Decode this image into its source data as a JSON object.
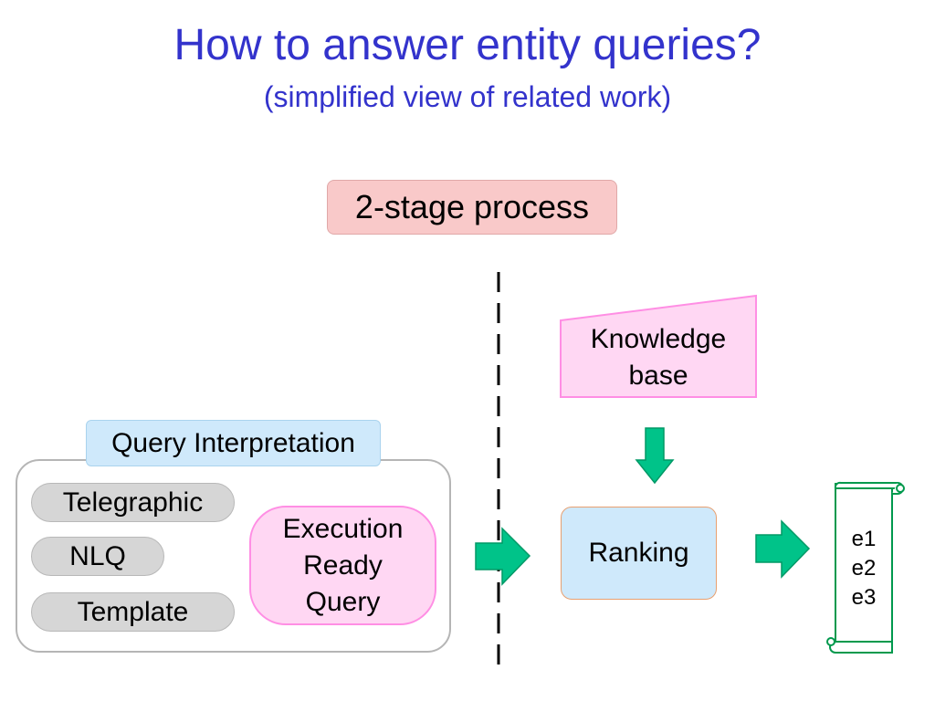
{
  "title": "How to answer entity queries?",
  "subtitle": "(simplified view of related work)",
  "stage_label": "2-stage process",
  "interpretation": {
    "label": "Query Interpretation",
    "inputs": [
      "Telegraphic",
      "NLQ",
      "Template"
    ],
    "output": [
      "Execution",
      "Ready",
      "Query"
    ]
  },
  "knowledge_base": [
    "Knowledge",
    "base"
  ],
  "ranking": "Ranking",
  "results": [
    "e1",
    "e2",
    "e3"
  ],
  "colors": {
    "title": "#3333cc",
    "stage_fill": "#f9c9c9",
    "blue_fill": "#cfe9fb",
    "pink_fill": "#ffd7f3",
    "pink_border": "#ff8ee4",
    "arrow_fill": "#00c389",
    "arrow_border": "#009966",
    "scroll_border": "#00994d"
  },
  "icons": {
    "arrow": "right-arrow-icon",
    "down_arrow": "down-arrow-icon",
    "scroll": "scroll-icon",
    "knowledge_base": "trapezoid-shape"
  }
}
